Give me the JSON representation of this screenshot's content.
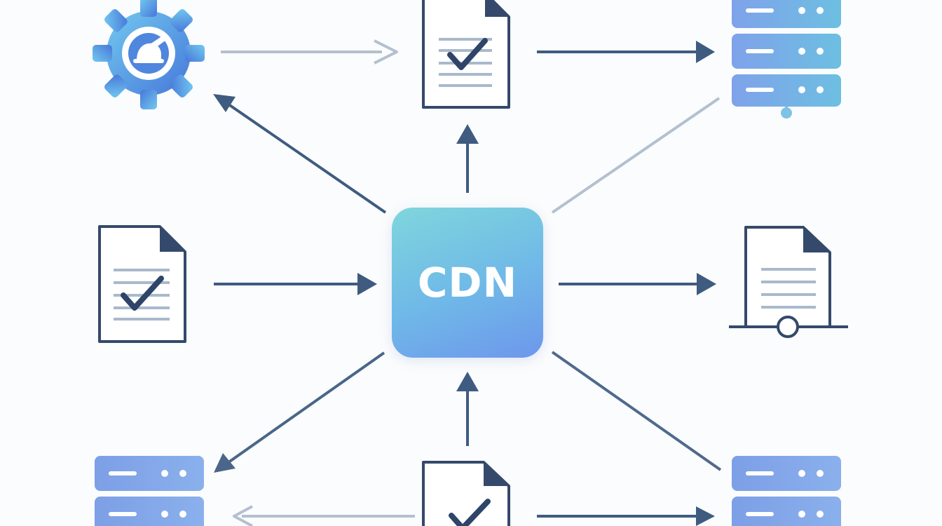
{
  "center": {
    "label": "CDN"
  },
  "colors": {
    "arrow_dark": "#3f5b80",
    "arrow_light": "#aab8c9",
    "doc_stroke": "#34496b",
    "doc_lines": "#a9b9cc",
    "check": "#2e4468",
    "server_top": "#8fb3ea",
    "server_bottom": "#6b8fe4",
    "gear_light": "#6fc3ee",
    "gear_dark": "#4a80dc",
    "cdn_gradient_start": "#7fd6dc",
    "cdn_gradient_end": "#6e97ec"
  },
  "nodes": [
    {
      "id": "gear",
      "icon": "gear-icon"
    },
    {
      "id": "doc-top",
      "icon": "document-check-icon"
    },
    {
      "id": "server-top-right",
      "icon": "server-icon"
    },
    {
      "id": "doc-left",
      "icon": "document-check-icon"
    },
    {
      "id": "doc-right-network",
      "icon": "network-document-icon"
    },
    {
      "id": "server-bottom-left",
      "icon": "server-icon"
    },
    {
      "id": "doc-bottom",
      "icon": "document-check-icon"
    },
    {
      "id": "server-bottom-right",
      "icon": "server-icon"
    }
  ]
}
